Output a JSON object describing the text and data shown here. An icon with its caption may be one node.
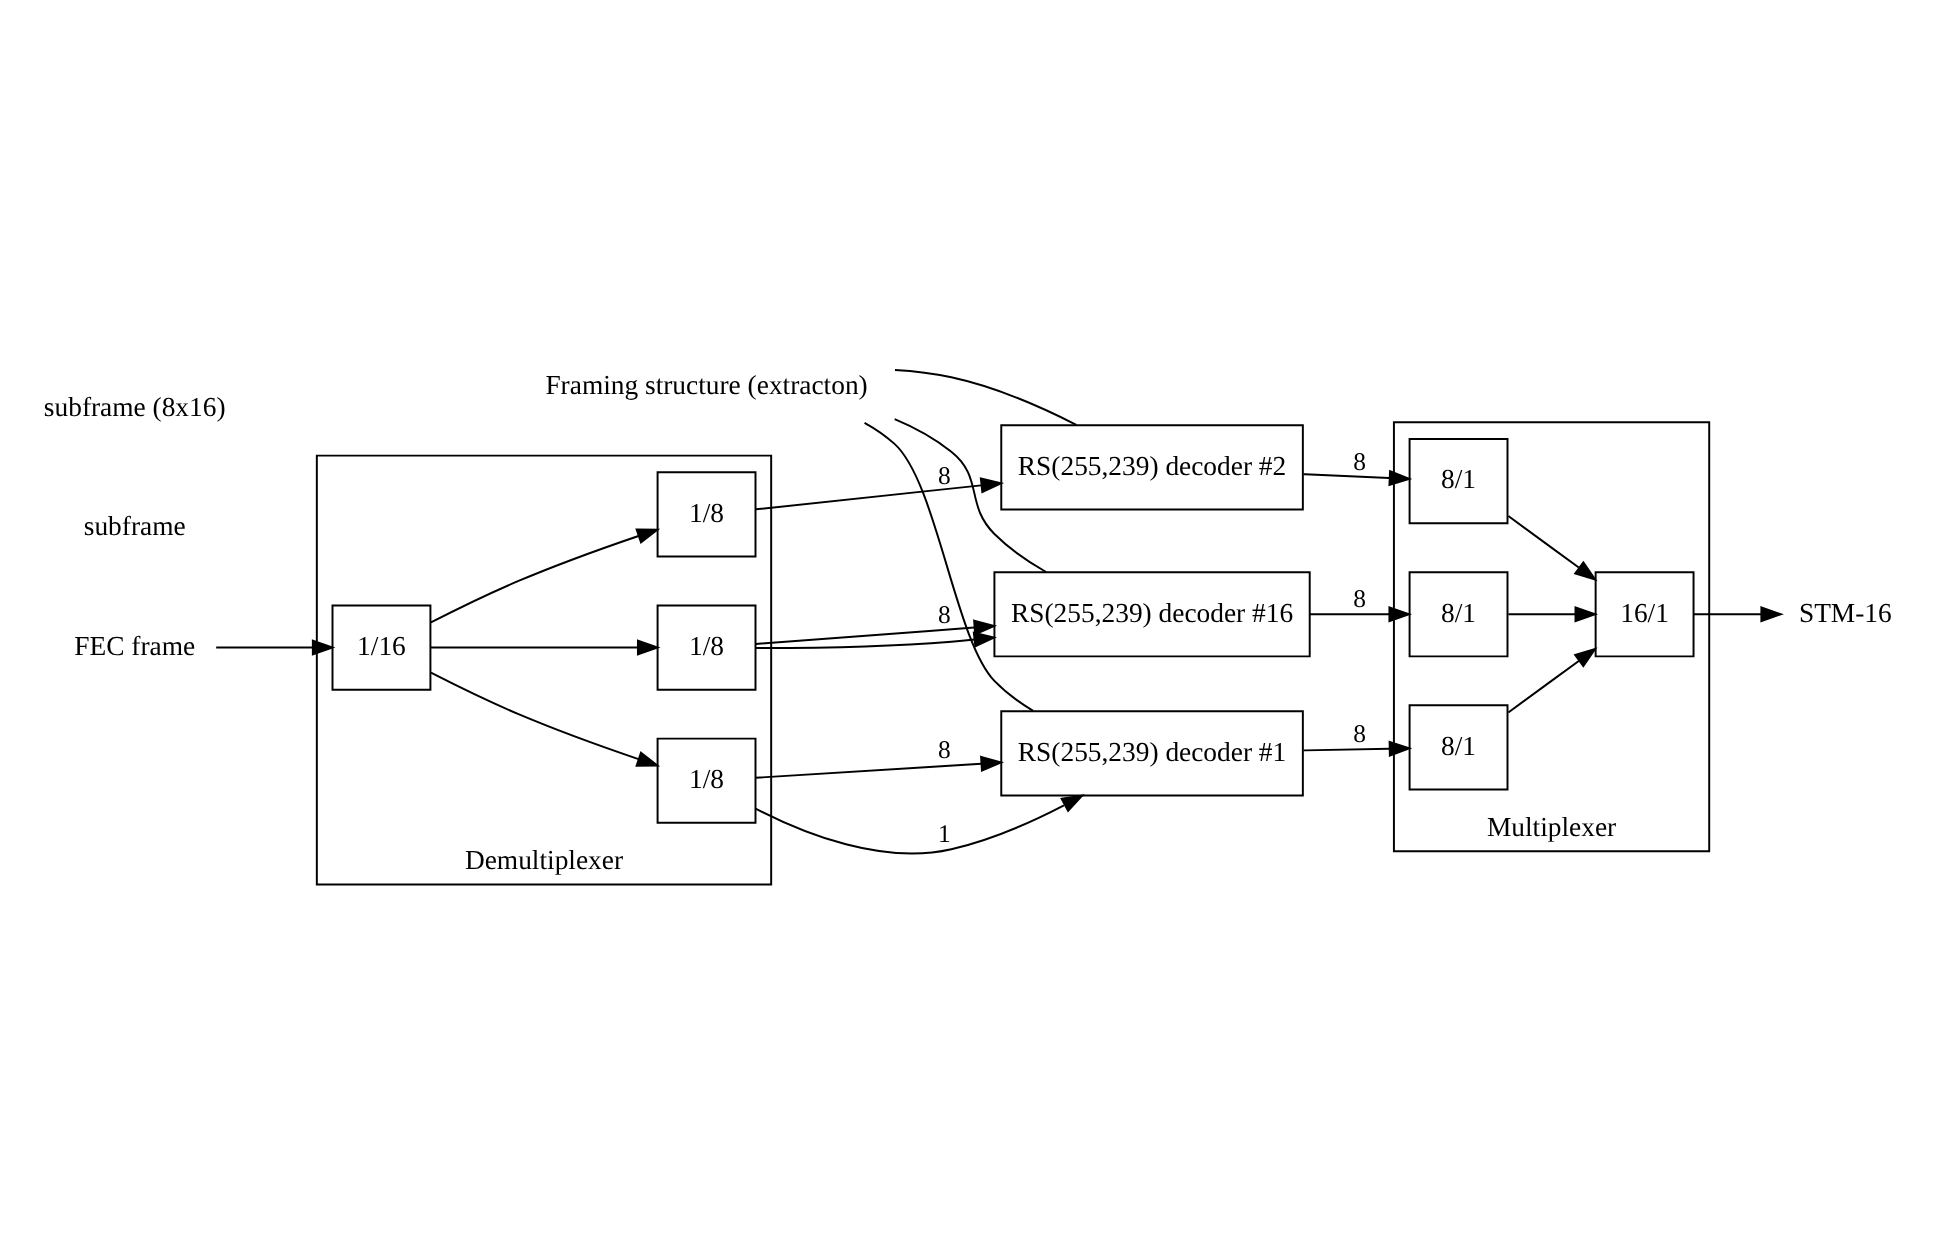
{
  "diagram": {
    "nodes": [
      {
        "text": [
          "Demultiplexer"
        ]
      },
      {
        "text": [
          "1/16"
        ],
        "in": 0
      },
      {
        "text": [
          "1/8"
        ],
        "in": 0
      },
      {
        "text": [
          "1/8"
        ],
        "in": 0
      },
      {
        "text": [
          "1/8"
        ],
        "in": 0
      },
      {
        "text": [
          "RS(255,239) decoder #1"
        ]
      },
      {
        "text": [
          "RS(255,239) decoder #2"
        ]
      },
      {
        "text": [
          "RS(255,239) decoder #16"
        ]
      },
      {
        "text": [
          "Multiplexer"
        ]
      },
      {
        "text": [
          "8/1"
        ],
        "in": 8
      },
      {
        "text": [
          "8/1"
        ],
        "in": 8
      },
      {
        "text": [
          "8/1"
        ],
        "in": 8
      },
      {
        "text": [
          "16/1"
        ],
        "in": 8
      },
      {
        "text": [
          "FEC frame"
        ]
      },
      {
        "text": [
          "STM-16"
        ]
      },
      {
        "text": [
          "Framing structure (extracton)"
        ]
      }
    ],
    "edges": [
      {
        "from": 13,
        "to": 1,
        "arrow": "to"
      },
      {
        "from": 1,
        "to": 2,
        "arrow": "to"
      },
      {
        "from": 1,
        "to": 3,
        "arrow": "to"
      },
      {
        "from": 1,
        "to": 4,
        "arrow": "to"
      },
      {
        "from": 2,
        "to": 5,
        "arrow": "to",
        "label": "1"
      },
      {
        "from": 2,
        "to": 5,
        "arrow": "to",
        "label": "8"
      },
      {
        "from": 3,
        "to": 6,
        "arrow": "to",
        "label": "8"
      },
      {
        "from": 4,
        "to": 7,
        "arrow": "to",
        "label": "8"
      },
      {
        "from": 4,
        "to": 7,
        "arrow": "to"
      },
      {
        "from": 5,
        "to": 9,
        "arrow": "to",
        "label": "8"
      },
      {
        "from": 6,
        "to": 10,
        "arrow": "to",
        "label": "8"
      },
      {
        "from": 7,
        "to": 11,
        "arrow": "to",
        "label": "8"
      },
      {
        "from": 9,
        "to": 12,
        "arrow": "to"
      },
      {
        "from": 10,
        "to": 12,
        "arrow": "to"
      },
      {
        "from": 11,
        "to": 12,
        "arrow": "to"
      },
      {
        "from": 12,
        "to": 14,
        "arrow": "to"
      },
      {
        "from": 15,
        "to": 5,
        "arrow": "none"
      },
      {
        "from": 15,
        "to": 6,
        "arrow": "none"
      },
      {
        "from": 15,
        "to": 7,
        "arrow": "none"
      }
    ],
    "labels": [
      "subframe",
      "subframe (8x16)"
    ]
  }
}
